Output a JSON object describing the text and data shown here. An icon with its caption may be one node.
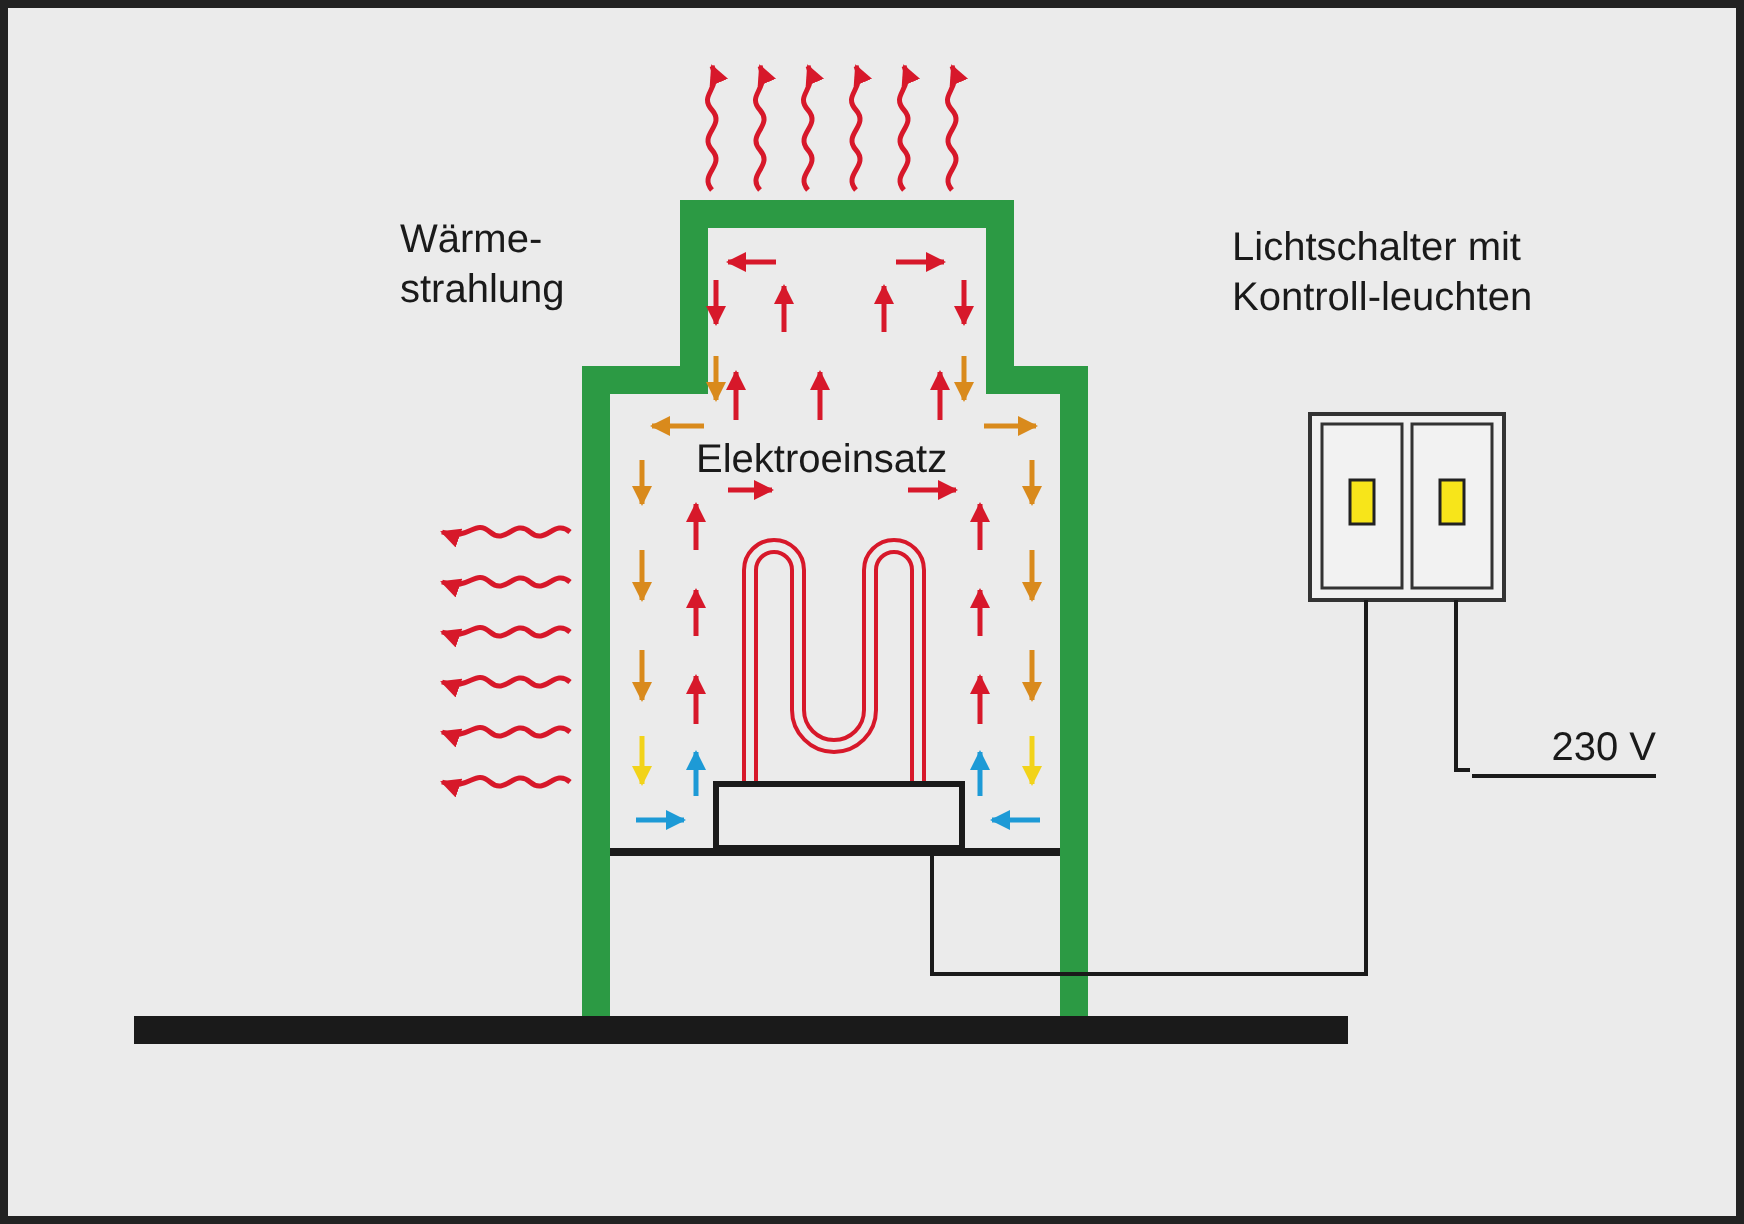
{
  "diagram": {
    "nodes": [
      {
        "text": [],
        "shape": "box"
      },
      {
        "text": [],
        "shape": "box",
        "beside": [
          "Lichtschalter mit Kontroll-leuchten"
        ]
      },
      {
        "text": [
          "230 V"
        ]
      }
    ],
    "edges": [
      {
        "from": 0,
        "to": 1,
        "arrow": "none"
      },
      {
        "from": 1,
        "to": 2,
        "arrow": "none"
      }
    ],
    "labels": [
      "Wärme- strahlung",
      "Elektroeinsatz"
    ]
  }
}
